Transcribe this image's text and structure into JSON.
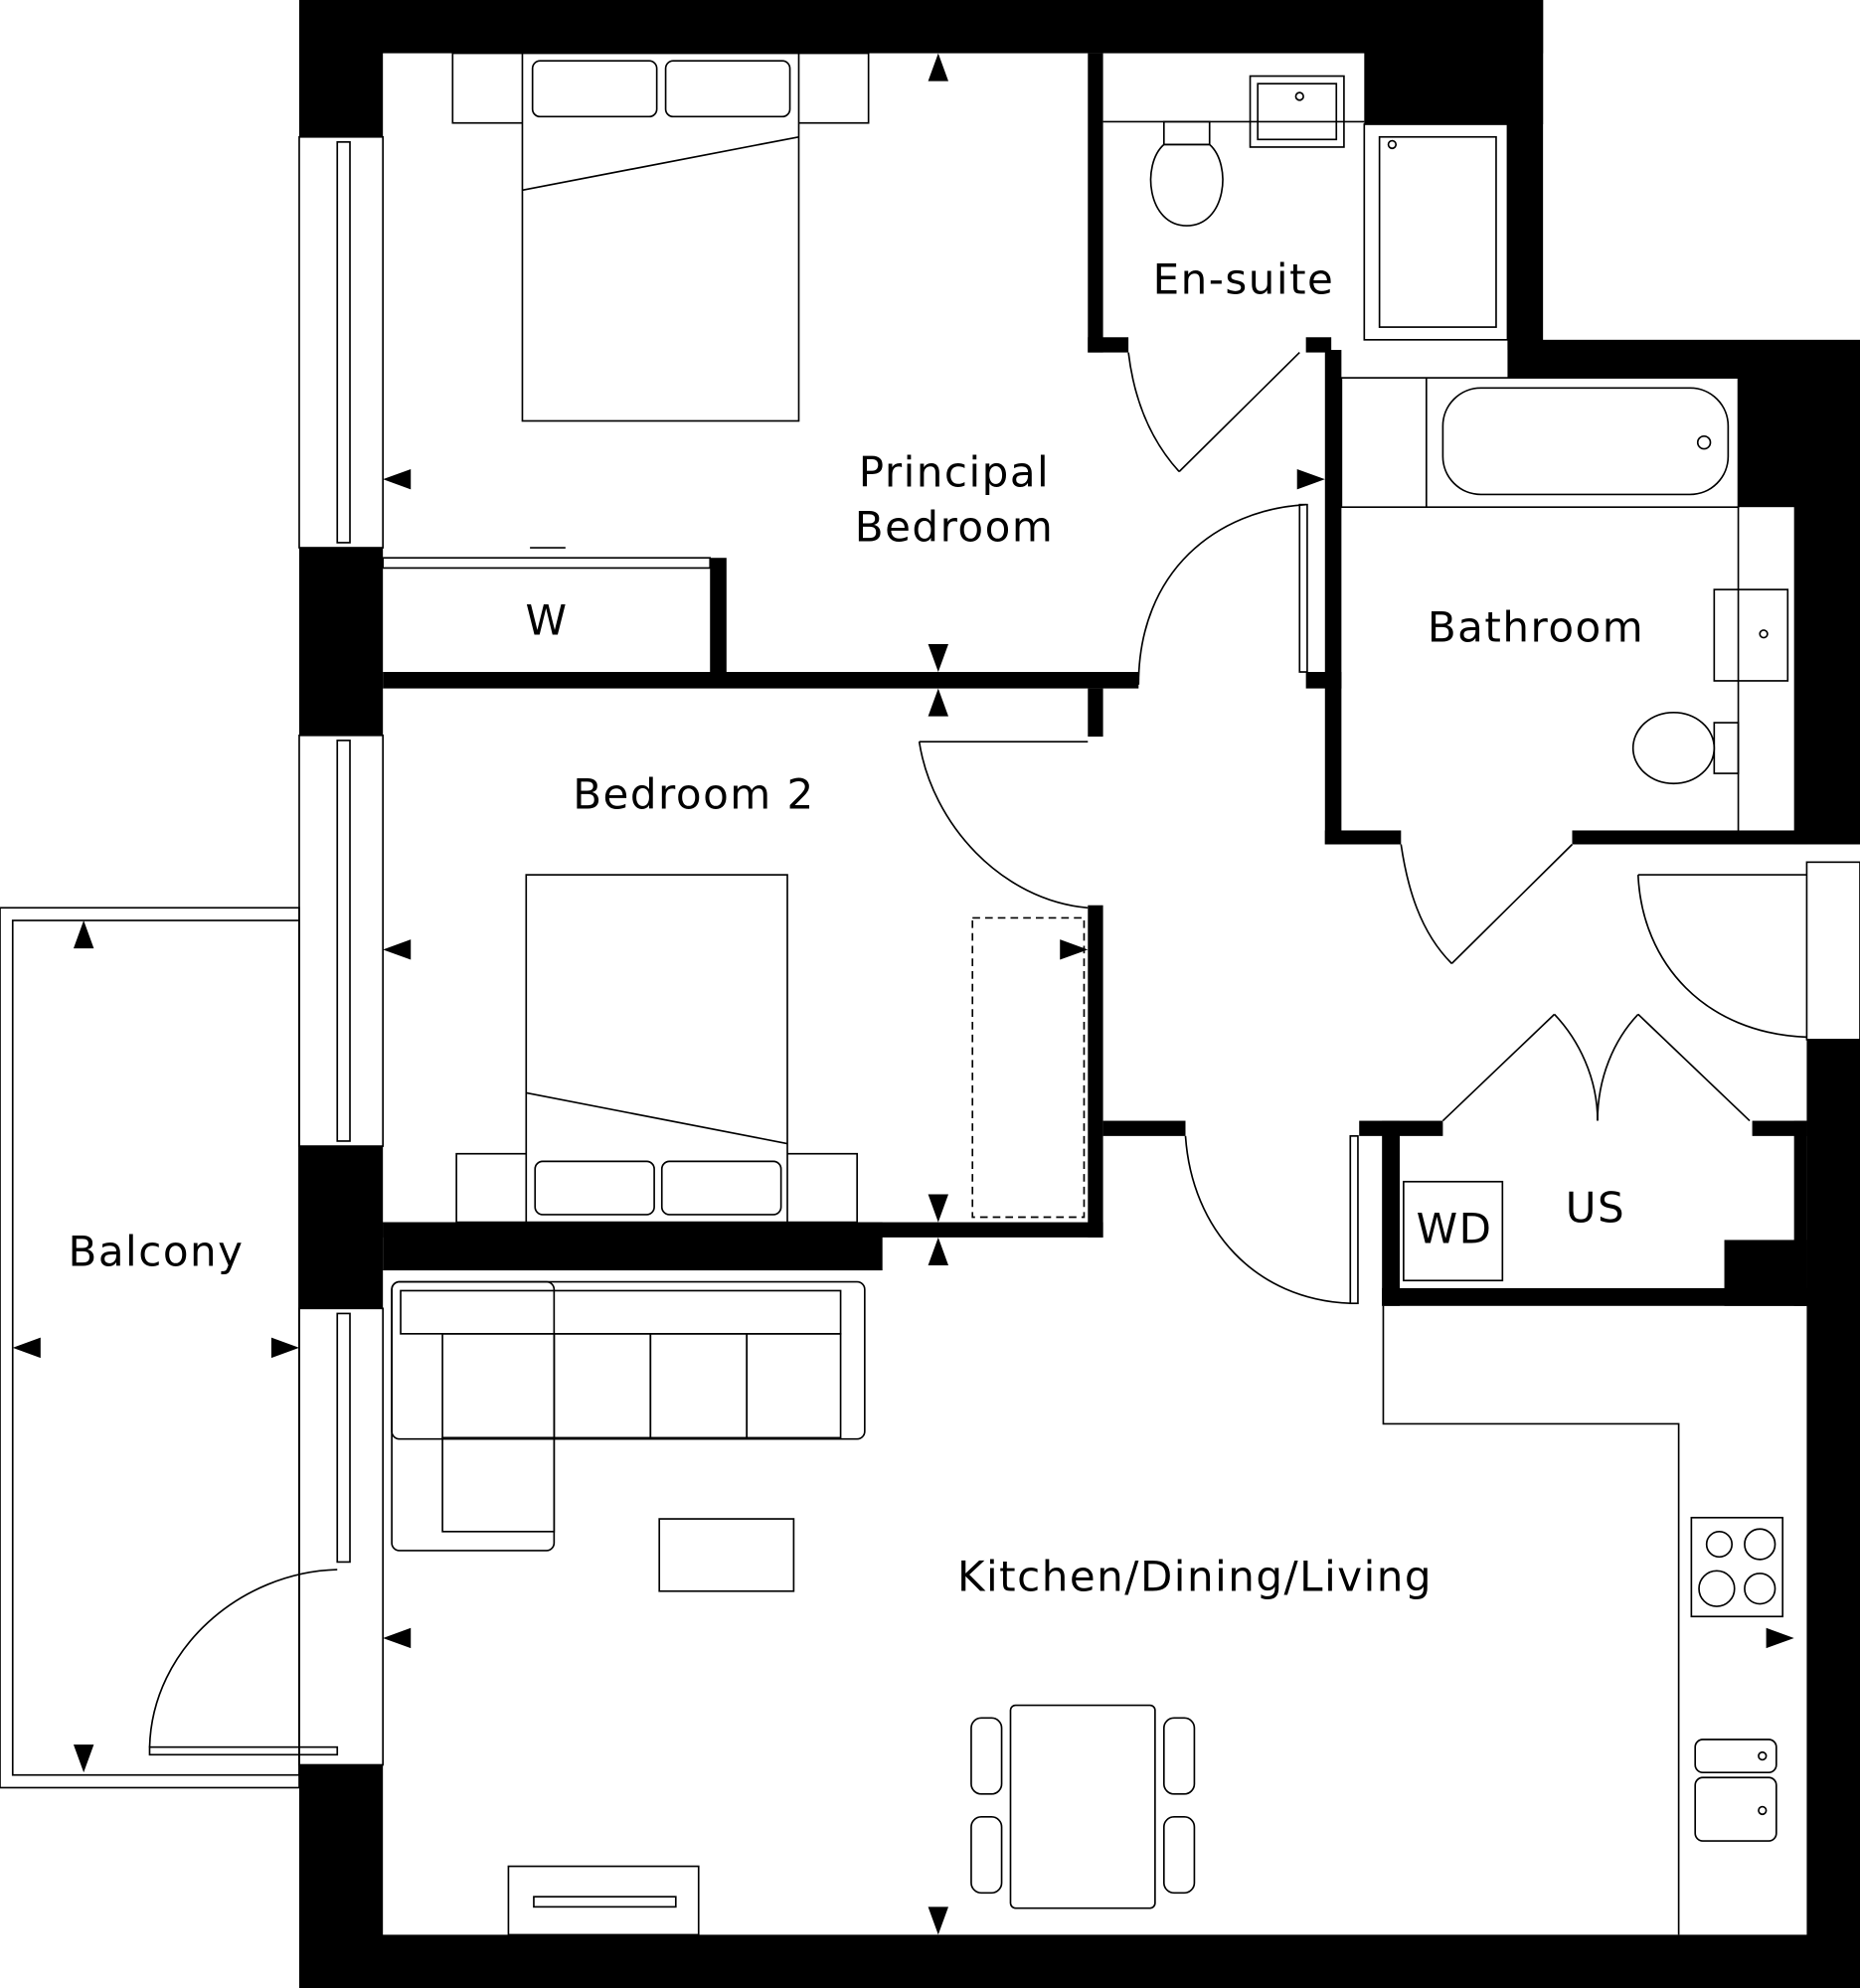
{
  "plan": {
    "type": "apartment-floor-plan",
    "rooms": {
      "principal_bedroom": {
        "line1": "Principal",
        "line2": "Bedroom"
      },
      "en_suite": "En-suite",
      "bathroom": "Bathroom",
      "wardrobe": "W",
      "bedroom2": "Bedroom 2",
      "balcony": "Balcony",
      "washer_dryer": "WD",
      "utility_store": "US",
      "kitchen_dining_living": "Kitchen/Dining/Living"
    },
    "colors": {
      "wall": "#000000",
      "background": "#ffffff",
      "line": "#000000"
    }
  }
}
